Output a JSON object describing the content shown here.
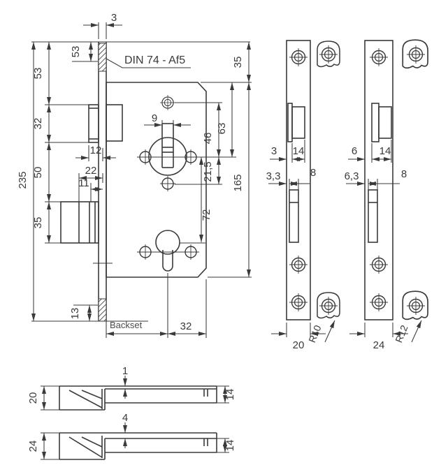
{
  "colors": {
    "ink": "#3a3a3a",
    "background": "#ffffff"
  },
  "annotations": {
    "din_note": "DIN 74 - Af5",
    "backset_label": "Backset"
  },
  "main_view": {
    "faceplate_thickness": "3",
    "countersink_offset": "53",
    "top_to_latch": "53",
    "latch_height": "32",
    "latch_to_deadbolt": "50",
    "deadbolt_height": "35",
    "faceplate_length": "235",
    "bottom_countersink": "13",
    "latch_protrusion": "12",
    "deadbolt_throw": "22",
    "deadbolt_head": "11",
    "spindle_slot_width": "9",
    "faceplate_to_case": "35",
    "case_height": "165",
    "case_top_to_spindle": "63",
    "spindle_to_top_hole": "46",
    "spindle_to_bottom_hole": "21,5",
    "spindle_to_cylinder": "72",
    "cylinder_to_case_back": "32"
  },
  "faceplate_20": {
    "latch_offset": "3",
    "latch_width": "14",
    "deadbolt_offset": "3,3",
    "deadbolt_width": "8",
    "plate_width": "20",
    "corner_radius": "R10"
  },
  "faceplate_24": {
    "latch_offset": "6",
    "latch_width": "14",
    "deadbolt_offset": "6,3",
    "deadbolt_width": "8",
    "plate_width": "24",
    "corner_radius": "R12"
  },
  "section_20": {
    "plate_width": "20",
    "lip": "1",
    "case_width": "14"
  },
  "section_24": {
    "plate_width": "24",
    "lip": "4",
    "case_width": "14"
  }
}
